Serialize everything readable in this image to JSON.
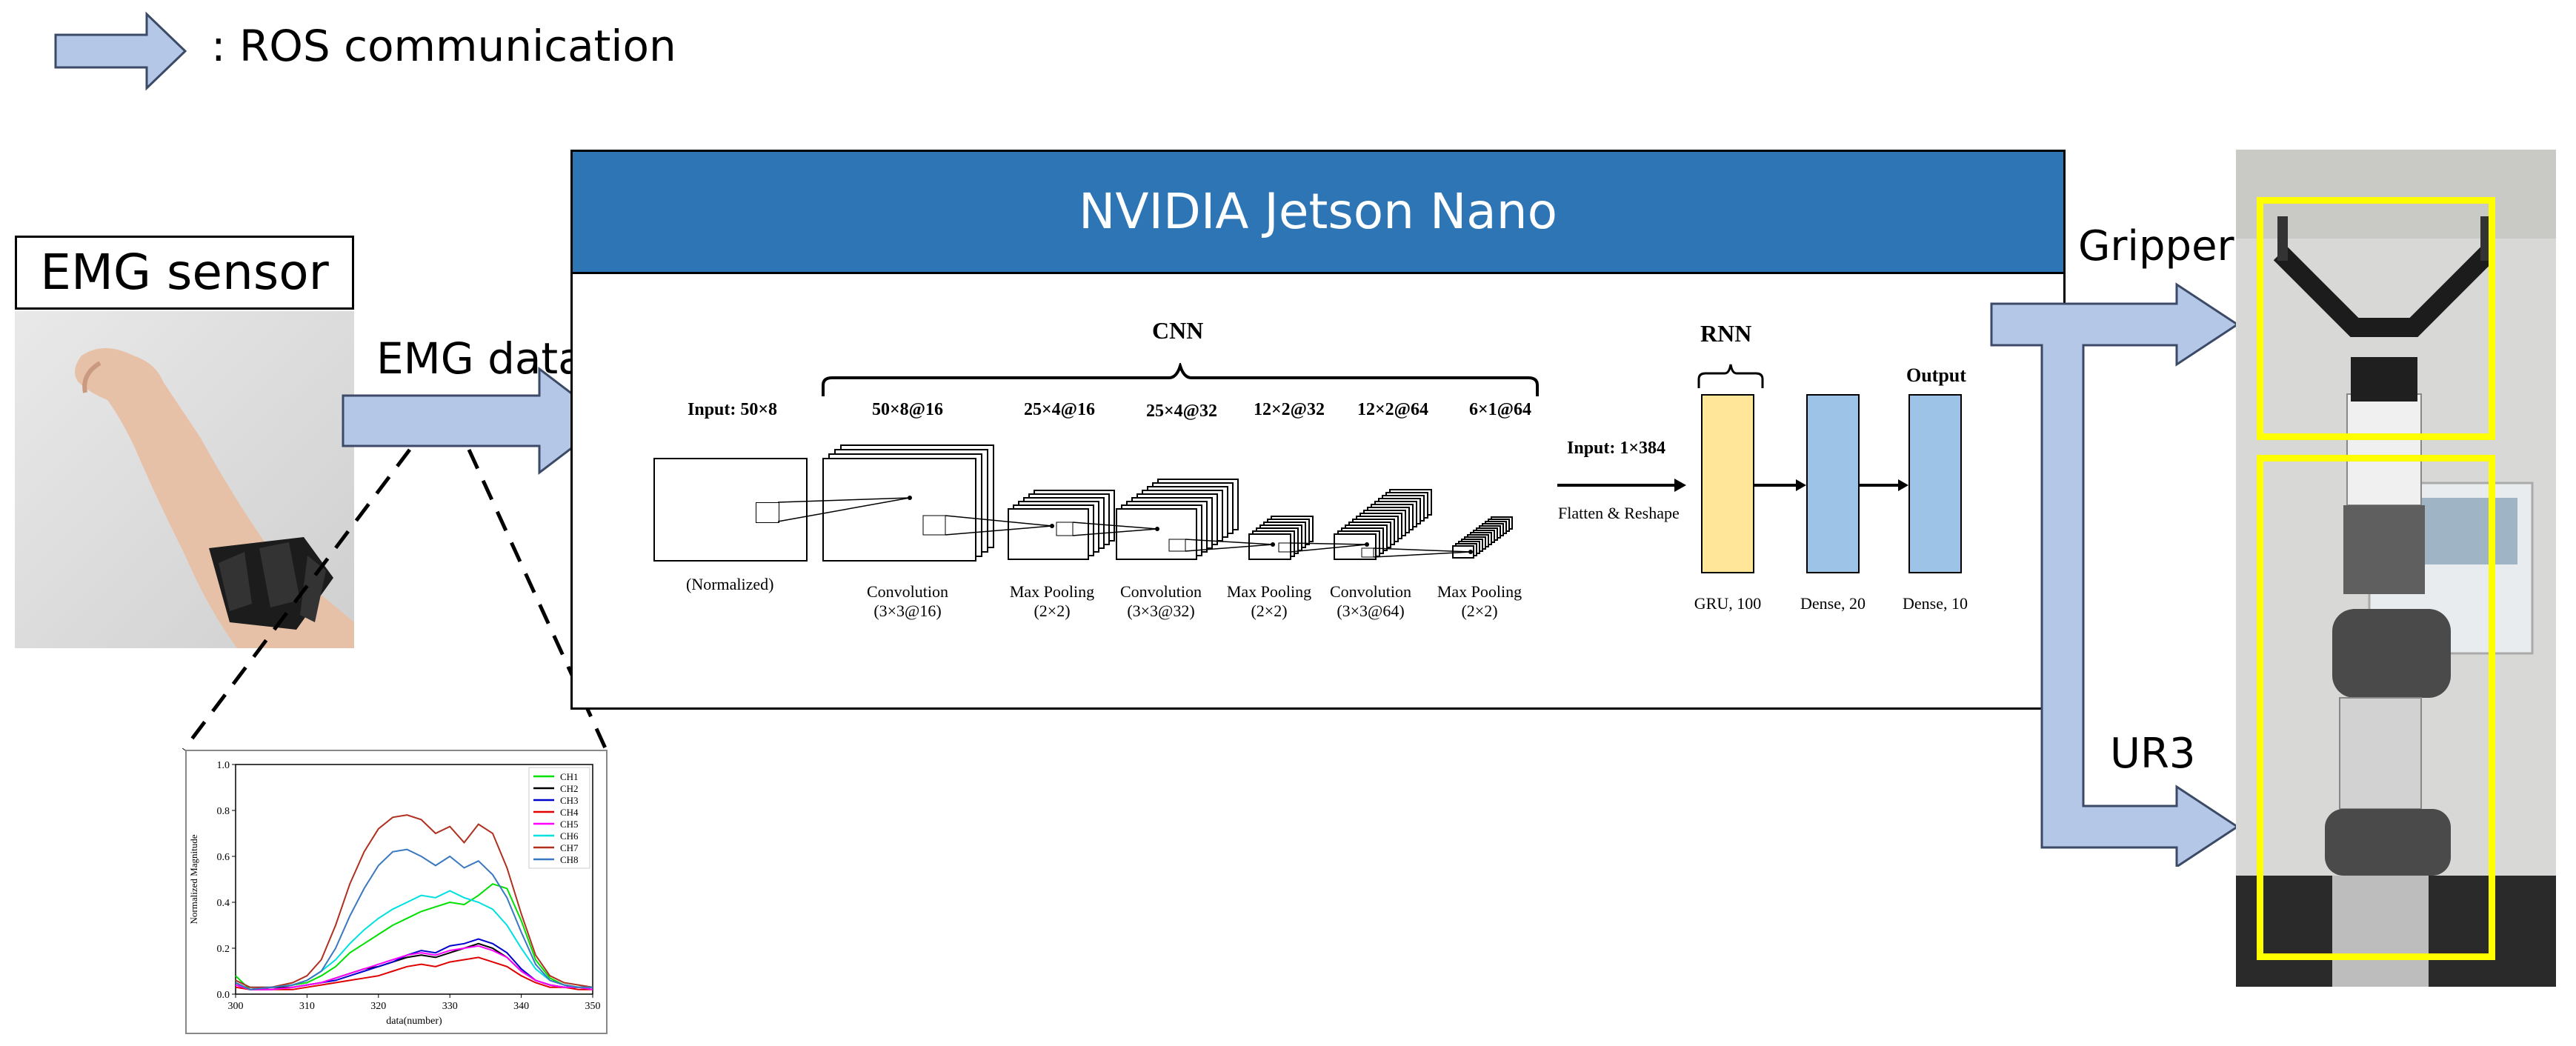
{
  "legend": {
    "text": ": ROS communication",
    "arrow_color": "#b4c7e7"
  },
  "emg_sensor": {
    "title": "EMG sensor"
  },
  "emg_data_label": "EMG data",
  "jetson": {
    "title": "NVIDIA Jetson Nano",
    "header_color": "#2e75b6"
  },
  "cnn": {
    "brace_label": "CNN",
    "input_size": "Input: 50×8",
    "input_caption": "(Normalized)",
    "layers": [
      {
        "size": "50×8@16",
        "caption_1": "Convolution",
        "caption_2": "(3×3@16)"
      },
      {
        "size": "25×4@16",
        "caption_1": "Max Pooling",
        "caption_2": "(2×2)"
      },
      {
        "size": "25×4@32",
        "caption_1": "Convolution",
        "caption_2": "(3×3@32)"
      },
      {
        "size": "12×2@32",
        "caption_1": "Max Pooling",
        "caption_2": "(2×2)"
      },
      {
        "size": "12×2@64",
        "caption_1": "Convolution",
        "caption_2": "(3×3@64)"
      },
      {
        "size": "6×1@64",
        "caption_1": "Max Pooling",
        "caption_2": "(2×2)"
      }
    ],
    "flatten_input": "Input: 1×384",
    "flatten_caption": "Flatten & Reshape"
  },
  "rnn": {
    "brace_label": "RNN",
    "output_label": "Output",
    "gru": {
      "caption": "GRU, 100",
      "color": "#ffe699"
    },
    "dense1": {
      "caption": "Dense, 20",
      "color": "#9dc3e6"
    },
    "dense2": {
      "caption": "Dense, 10",
      "color": "#9dc3e6"
    }
  },
  "outputs": {
    "gripper": "Gripper",
    "ur3": "UR3",
    "box_color": "#ffff00"
  },
  "chart_data": {
    "type": "line",
    "xlabel": "data(number)",
    "ylabel": "Normalized Magnitude",
    "xlim": [
      300,
      350
    ],
    "ylim": [
      0.0,
      1.0
    ],
    "xticks": [
      "300",
      "310",
      "320",
      "330",
      "340",
      "350"
    ],
    "yticks": [
      "0.0",
      "0.2",
      "0.4",
      "0.6",
      "0.8",
      "1.0"
    ],
    "legend_position": "top-right",
    "x": [
      300,
      302,
      305,
      308,
      310,
      312,
      314,
      316,
      318,
      320,
      322,
      324,
      326,
      328,
      330,
      332,
      334,
      336,
      338,
      340,
      342,
      344,
      346,
      348,
      350
    ],
    "series": [
      {
        "name": "CH1",
        "color": "#00e000",
        "values": [
          0.08,
          0.02,
          0.03,
          0.04,
          0.05,
          0.08,
          0.12,
          0.18,
          0.22,
          0.26,
          0.3,
          0.33,
          0.36,
          0.38,
          0.4,
          0.39,
          0.43,
          0.48,
          0.46,
          0.32,
          0.15,
          0.07,
          0.04,
          0.03,
          0.03
        ]
      },
      {
        "name": "CH2",
        "color": "#000000",
        "values": [
          0.05,
          0.02,
          0.03,
          0.03,
          0.04,
          0.05,
          0.07,
          0.09,
          0.11,
          0.12,
          0.14,
          0.16,
          0.17,
          0.16,
          0.18,
          0.2,
          0.22,
          0.2,
          0.16,
          0.1,
          0.06,
          0.04,
          0.03,
          0.03,
          0.03
        ]
      },
      {
        "name": "CH3",
        "color": "#0000cc",
        "values": [
          0.04,
          0.02,
          0.02,
          0.03,
          0.04,
          0.05,
          0.06,
          0.08,
          0.1,
          0.12,
          0.14,
          0.17,
          0.19,
          0.18,
          0.21,
          0.22,
          0.24,
          0.22,
          0.18,
          0.11,
          0.06,
          0.04,
          0.03,
          0.03,
          0.02
        ]
      },
      {
        "name": "CH4",
        "color": "#e00000",
        "values": [
          0.03,
          0.02,
          0.02,
          0.02,
          0.03,
          0.04,
          0.05,
          0.06,
          0.07,
          0.08,
          0.1,
          0.12,
          0.13,
          0.12,
          0.14,
          0.15,
          0.16,
          0.14,
          0.12,
          0.08,
          0.05,
          0.03,
          0.03,
          0.02,
          0.02
        ]
      },
      {
        "name": "CH5",
        "color": "#ff00ff",
        "values": [
          0.04,
          0.02,
          0.02,
          0.03,
          0.04,
          0.05,
          0.07,
          0.09,
          0.11,
          0.13,
          0.15,
          0.17,
          0.18,
          0.17,
          0.19,
          0.2,
          0.21,
          0.19,
          0.16,
          0.1,
          0.06,
          0.04,
          0.03,
          0.03,
          0.02
        ]
      },
      {
        "name": "CH6",
        "color": "#00e0e0",
        "values": [
          0.06,
          0.03,
          0.03,
          0.04,
          0.06,
          0.1,
          0.15,
          0.22,
          0.28,
          0.33,
          0.37,
          0.4,
          0.43,
          0.42,
          0.45,
          0.42,
          0.4,
          0.37,
          0.3,
          0.2,
          0.11,
          0.06,
          0.04,
          0.03,
          0.03
        ]
      },
      {
        "name": "CH7",
        "color": "#b03020",
        "values": [
          0.06,
          0.03,
          0.03,
          0.05,
          0.08,
          0.15,
          0.3,
          0.48,
          0.62,
          0.72,
          0.77,
          0.78,
          0.76,
          0.7,
          0.73,
          0.66,
          0.74,
          0.7,
          0.55,
          0.35,
          0.17,
          0.08,
          0.05,
          0.04,
          0.03
        ]
      },
      {
        "name": "CH8",
        "color": "#3a78c0",
        "values": [
          0.05,
          0.02,
          0.03,
          0.04,
          0.06,
          0.1,
          0.2,
          0.34,
          0.46,
          0.56,
          0.62,
          0.63,
          0.6,
          0.56,
          0.6,
          0.55,
          0.58,
          0.52,
          0.42,
          0.27,
          0.13,
          0.06,
          0.04,
          0.03,
          0.03
        ]
      }
    ]
  }
}
